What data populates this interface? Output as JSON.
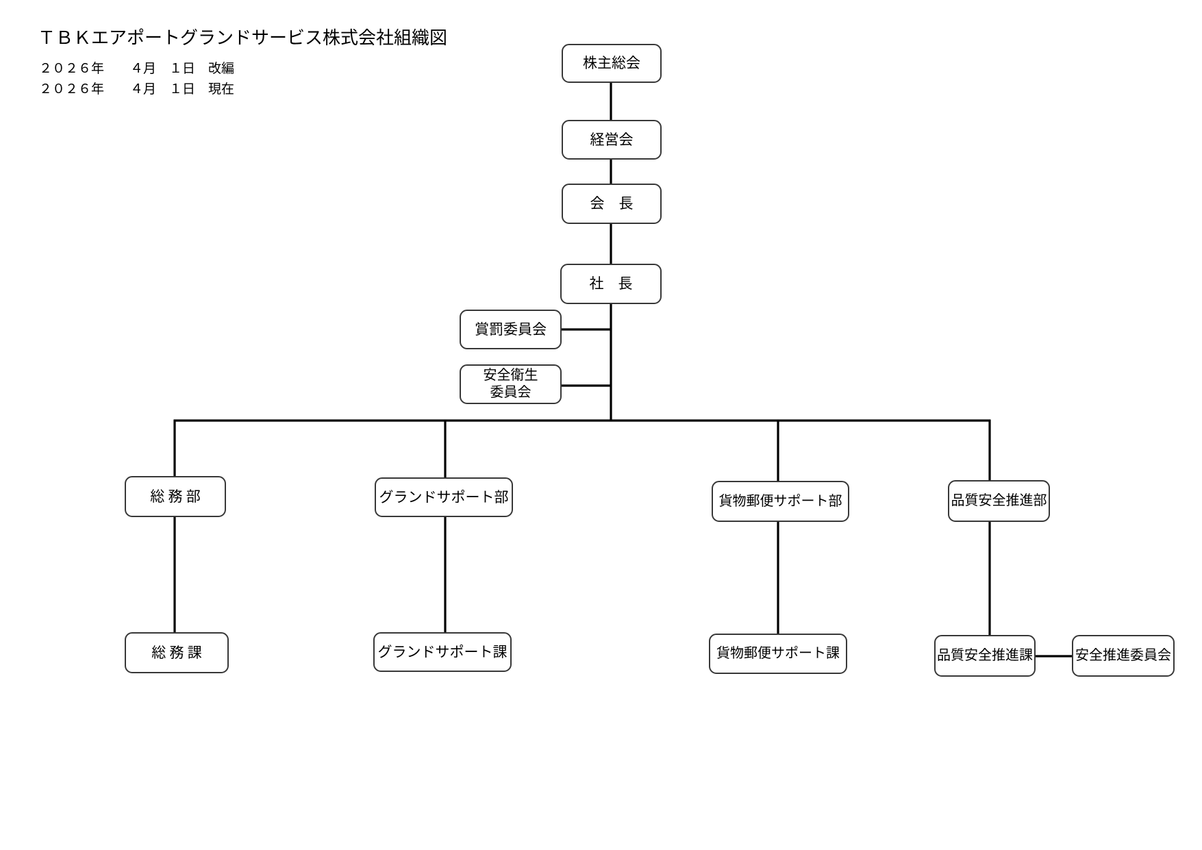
{
  "header": {
    "title": "ＴＢＫエアポートグランドサービス株式会社組織図",
    "revised_date": "２０２６年　　４月　１日　改編",
    "current_date": "２０２６年　　４月　１日　現在"
  },
  "colors": {
    "background": "#ffffff",
    "box_border": "#383838",
    "connector_line": "#000000",
    "text": "#000000"
  },
  "org": {
    "nodes": [
      {
        "id": "shareholders-meeting",
        "label": "株主総会"
      },
      {
        "id": "management-council",
        "label": "経営会"
      },
      {
        "id": "chairman",
        "label": "会　長"
      },
      {
        "id": "president",
        "label": "社　長"
      },
      {
        "id": "reward-punishment-committee",
        "label": "賞罰委員会"
      },
      {
        "id": "safety-health-committee",
        "label": "安全衛生\n委員会"
      },
      {
        "id": "general-affairs-department",
        "label": "総 務 部"
      },
      {
        "id": "ground-support-department",
        "label": "グランドサポート部"
      },
      {
        "id": "cargo-mail-support-department",
        "label": "貨物郵便サポート部"
      },
      {
        "id": "quality-safety-promotion-department",
        "label": "品質安全推進部"
      },
      {
        "id": "general-affairs-section",
        "label": "総 務 課"
      },
      {
        "id": "ground-support-section",
        "label": "グランドサポート課"
      },
      {
        "id": "cargo-mail-support-section",
        "label": "貨物郵便サポート課"
      },
      {
        "id": "quality-safety-promotion-section",
        "label": "品質安全推進課"
      },
      {
        "id": "safety-promotion-committee",
        "label": "安全推進委員会"
      }
    ],
    "edges": [
      [
        "shareholders-meeting",
        "management-council"
      ],
      [
        "management-council",
        "chairman"
      ],
      [
        "chairman",
        "president"
      ],
      [
        "president",
        "reward-punishment-committee"
      ],
      [
        "president",
        "safety-health-committee"
      ],
      [
        "president",
        "general-affairs-department"
      ],
      [
        "president",
        "ground-support-department"
      ],
      [
        "president",
        "cargo-mail-support-department"
      ],
      [
        "president",
        "quality-safety-promotion-department"
      ],
      [
        "general-affairs-department",
        "general-affairs-section"
      ],
      [
        "ground-support-department",
        "ground-support-section"
      ],
      [
        "cargo-mail-support-department",
        "cargo-mail-support-section"
      ],
      [
        "quality-safety-promotion-department",
        "quality-safety-promotion-section"
      ],
      [
        "quality-safety-promotion-section",
        "safety-promotion-committee"
      ]
    ]
  }
}
